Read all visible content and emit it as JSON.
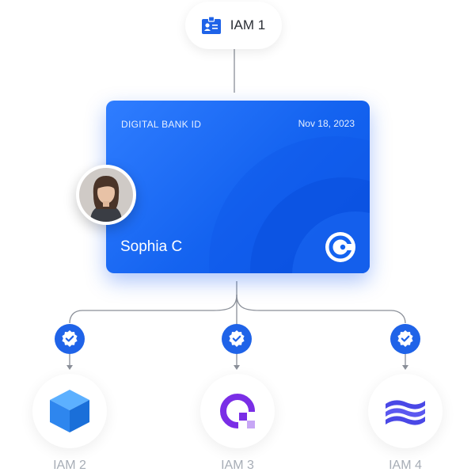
{
  "top_node": {
    "label": "IAM 1",
    "icon": "id-badge-icon"
  },
  "card": {
    "title": "DIGITAL BANK ID",
    "date": "Nov 18, 2023",
    "holder_name": "Sophia C",
    "logo_icon": "bank-c-logo-icon",
    "colors": {
      "primary": "#1463f0",
      "light": "#2f7dff"
    }
  },
  "avatar": {
    "icon": "user-photo-avatar"
  },
  "branches": [
    {
      "label": "IAM 2",
      "icon": "cube-icon",
      "status_icon": "verified-check-icon"
    },
    {
      "label": "IAM 3",
      "icon": "q-logo-icon",
      "status_icon": "verified-check-icon"
    },
    {
      "label": "IAM 4",
      "icon": "waves-logo-icon",
      "status_icon": "verified-check-icon"
    }
  ],
  "colors": {
    "accent": "#1f63e8",
    "connector": "#8a8f98",
    "label_muted": "#a7adb6"
  }
}
